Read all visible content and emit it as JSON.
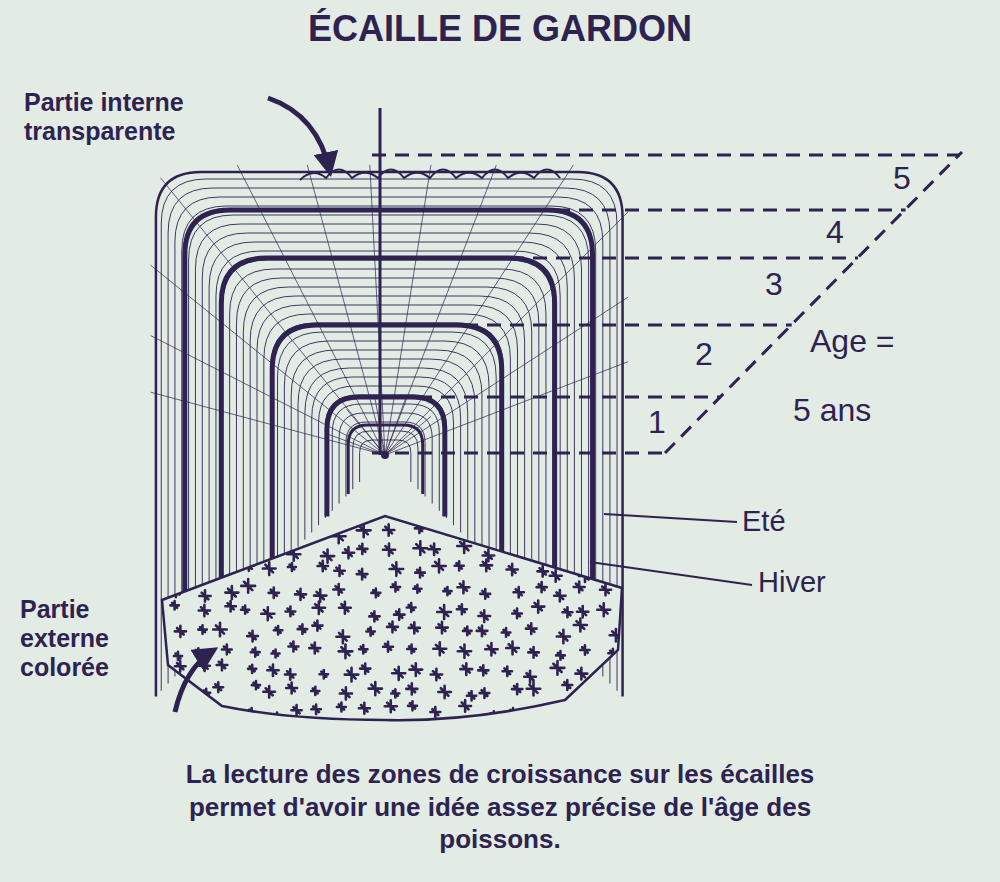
{
  "diagram": {
    "title": "ÉCAILLE DE GARDON",
    "caption": "La lecture des zones de croissance sur les écailles permet d'avoir une idée assez précise de l'âge des poissons.",
    "labels": [
      "Partie interne transparente",
      "5",
      "4",
      "3",
      "2",
      "1",
      "Age =",
      "5 ans",
      "Eté",
      "Hiver",
      "Partie externe colorée"
    ]
  }
}
